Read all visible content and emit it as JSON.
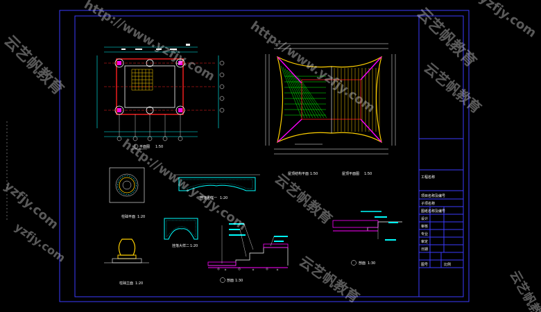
{
  "drawing": {
    "title_block": {
      "project_label": "工程名称",
      "rows": [
        "项目名称及编号",
        "子项名称",
        "图纸名称及编号",
        "设计",
        "审核",
        "专业",
        "审定",
        "日期"
      ],
      "bottom_left": "图号",
      "bottom_right": "比例"
    },
    "views": {
      "plan": {
        "caption": "平面图",
        "scale": "1:50"
      },
      "roof_structure": {
        "caption": "屋顶结构平面",
        "scale": "1:50"
      },
      "roof_plan": {
        "caption": "屋顶平面图",
        "scale": "1:50"
      },
      "column_base_plan": {
        "caption": "柱础平面",
        "scale": "1:20"
      },
      "column_base_elev": {
        "caption": "柱础立面",
        "scale": "1:20"
      },
      "arch_detail_a": {
        "caption": "挂落大样一",
        "scale": "1:20"
      },
      "arch_detail_b": {
        "caption": "挂落大样二",
        "scale": "1:20"
      },
      "section_1": {
        "caption": "剖面",
        "scale": "1:30"
      },
      "section_2": {
        "caption": "剖面",
        "scale": "1:30"
      }
    }
  },
  "watermarks": [
    "http://www.yzfjy.com",
    "云艺帆教育",
    "yzfjy.com",
    "http://www.yzfjy.com",
    "云艺帆教育",
    "云艺帆教育",
    "yzfjy.com",
    "云艺帆教育",
    "yzfjy.com",
    "http://www.yzfjy.com",
    "云艺帆教育",
    "云艺帆教"
  ],
  "colors": {
    "frame": "#3b3bff",
    "cyan": "#00ffff",
    "red": "#ff2020",
    "green": "#00ff00",
    "yellow": "#ffd000",
    "magenta": "#ff00ff",
    "white": "#ffffff"
  }
}
